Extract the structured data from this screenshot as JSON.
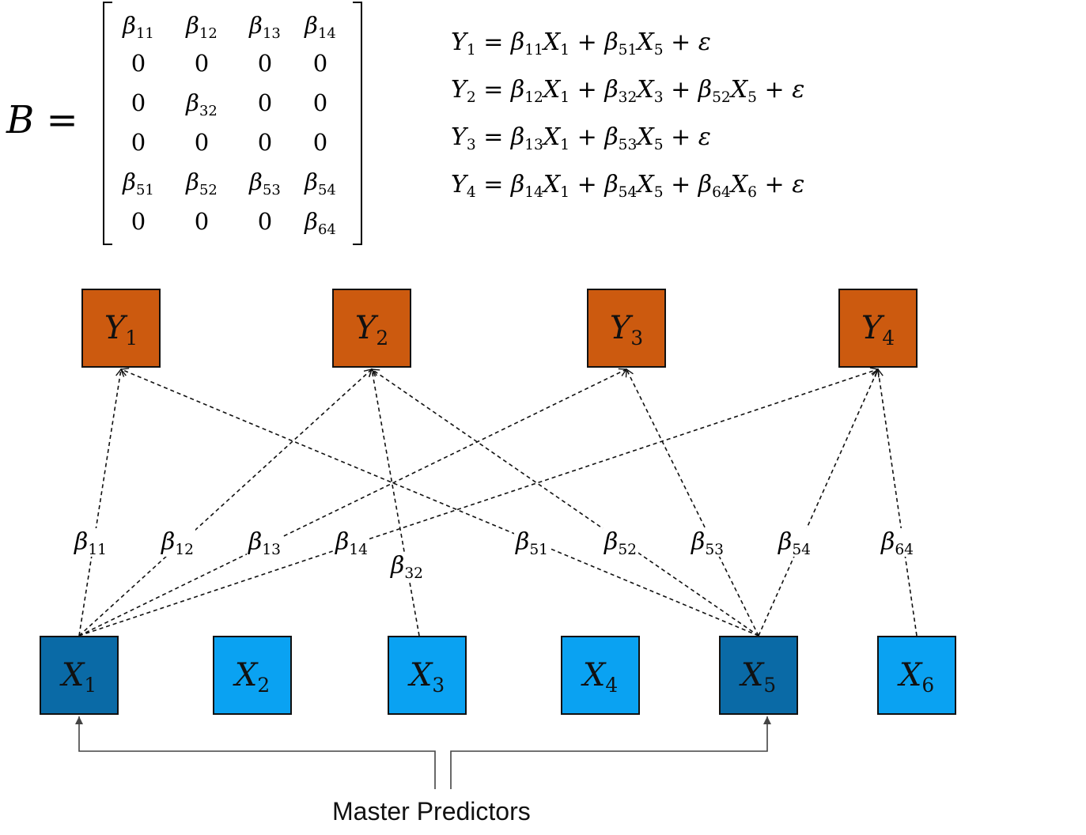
{
  "matrix": {
    "lhs": {
      "symbol": "B",
      "eq": " ="
    },
    "rows": [
      [
        {
          "s": "β",
          "sub": "11"
        },
        {
          "s": "β",
          "sub": "12"
        },
        {
          "s": "β",
          "sub": "13"
        },
        {
          "s": "β",
          "sub": "14"
        }
      ],
      [
        {
          "s": "0",
          "sub": ""
        },
        {
          "s": "0",
          "sub": ""
        },
        {
          "s": "0",
          "sub": ""
        },
        {
          "s": "0",
          "sub": ""
        }
      ],
      [
        {
          "s": "0",
          "sub": ""
        },
        {
          "s": "β",
          "sub": "32"
        },
        {
          "s": "0",
          "sub": ""
        },
        {
          "s": "0",
          "sub": ""
        }
      ],
      [
        {
          "s": "0",
          "sub": ""
        },
        {
          "s": "0",
          "sub": ""
        },
        {
          "s": "0",
          "sub": ""
        },
        {
          "s": "0",
          "sub": ""
        }
      ],
      [
        {
          "s": "β",
          "sub": "51"
        },
        {
          "s": "β",
          "sub": "52"
        },
        {
          "s": "β",
          "sub": "53"
        },
        {
          "s": "β",
          "sub": "54"
        }
      ],
      [
        {
          "s": "0",
          "sub": ""
        },
        {
          "s": "0",
          "sub": ""
        },
        {
          "s": "0",
          "sub": ""
        },
        {
          "s": "β",
          "sub": "64"
        }
      ]
    ]
  },
  "equations": [
    {
      "lhs": {
        "s": "Y",
        "sub": "1"
      },
      "terms": [
        {
          "b": "11",
          "x": "1"
        },
        {
          "b": "51",
          "x": "5"
        }
      ],
      "error": "ε"
    },
    {
      "lhs": {
        "s": "Y",
        "sub": "2"
      },
      "terms": [
        {
          "b": "12",
          "x": "1"
        },
        {
          "b": "32",
          "x": "3"
        },
        {
          "b": "52",
          "x": "5"
        }
      ],
      "error": "ε"
    },
    {
      "lhs": {
        "s": "Y",
        "sub": "3"
      },
      "terms": [
        {
          "b": "13",
          "x": "1"
        },
        {
          "b": "53",
          "x": "5"
        }
      ],
      "error": "ε"
    },
    {
      "lhs": {
        "s": "Y",
        "sub": "4"
      },
      "terms": [
        {
          "b": "14",
          "x": "1"
        },
        {
          "b": "54",
          "x": "5"
        },
        {
          "b": "64",
          "x": "6"
        }
      ],
      "error": "ε"
    }
  ],
  "responses": [
    {
      "id": "Y1",
      "s": "Y",
      "sub": "1"
    },
    {
      "id": "Y2",
      "s": "Y",
      "sub": "2"
    },
    {
      "id": "Y3",
      "s": "Y",
      "sub": "3"
    },
    {
      "id": "Y4",
      "s": "Y",
      "sub": "4"
    }
  ],
  "predictors": [
    {
      "id": "X1",
      "s": "X",
      "sub": "1",
      "master": true
    },
    {
      "id": "X2",
      "s": "X",
      "sub": "2",
      "master": false
    },
    {
      "id": "X3",
      "s": "X",
      "sub": "3",
      "master": false
    },
    {
      "id": "X4",
      "s": "X",
      "sub": "4",
      "master": false
    },
    {
      "id": "X5",
      "s": "X",
      "sub": "5",
      "master": true
    },
    {
      "id": "X6",
      "s": "X",
      "sub": "6",
      "master": false
    }
  ],
  "edges": [
    {
      "from": "X1",
      "to": "Y1",
      "label": "11"
    },
    {
      "from": "X1",
      "to": "Y2",
      "label": "12"
    },
    {
      "from": "X1",
      "to": "Y3",
      "label": "13"
    },
    {
      "from": "X1",
      "to": "Y4",
      "label": "14"
    },
    {
      "from": "X3",
      "to": "Y2",
      "label": "32"
    },
    {
      "from": "X5",
      "to": "Y1",
      "label": "51"
    },
    {
      "from": "X5",
      "to": "Y2",
      "label": "52"
    },
    {
      "from": "X5",
      "to": "Y3",
      "label": "53"
    },
    {
      "from": "X5",
      "to": "Y4",
      "label": "54"
    },
    {
      "from": "X6",
      "to": "Y4",
      "label": "64"
    }
  ],
  "master_label": "Master Predictors",
  "colors": {
    "response": "#cc5a0f",
    "master_predictor": "#0a6aa6",
    "predictor": "#0aa2f2",
    "edge": "#111111",
    "master_arrow": "#444444"
  }
}
